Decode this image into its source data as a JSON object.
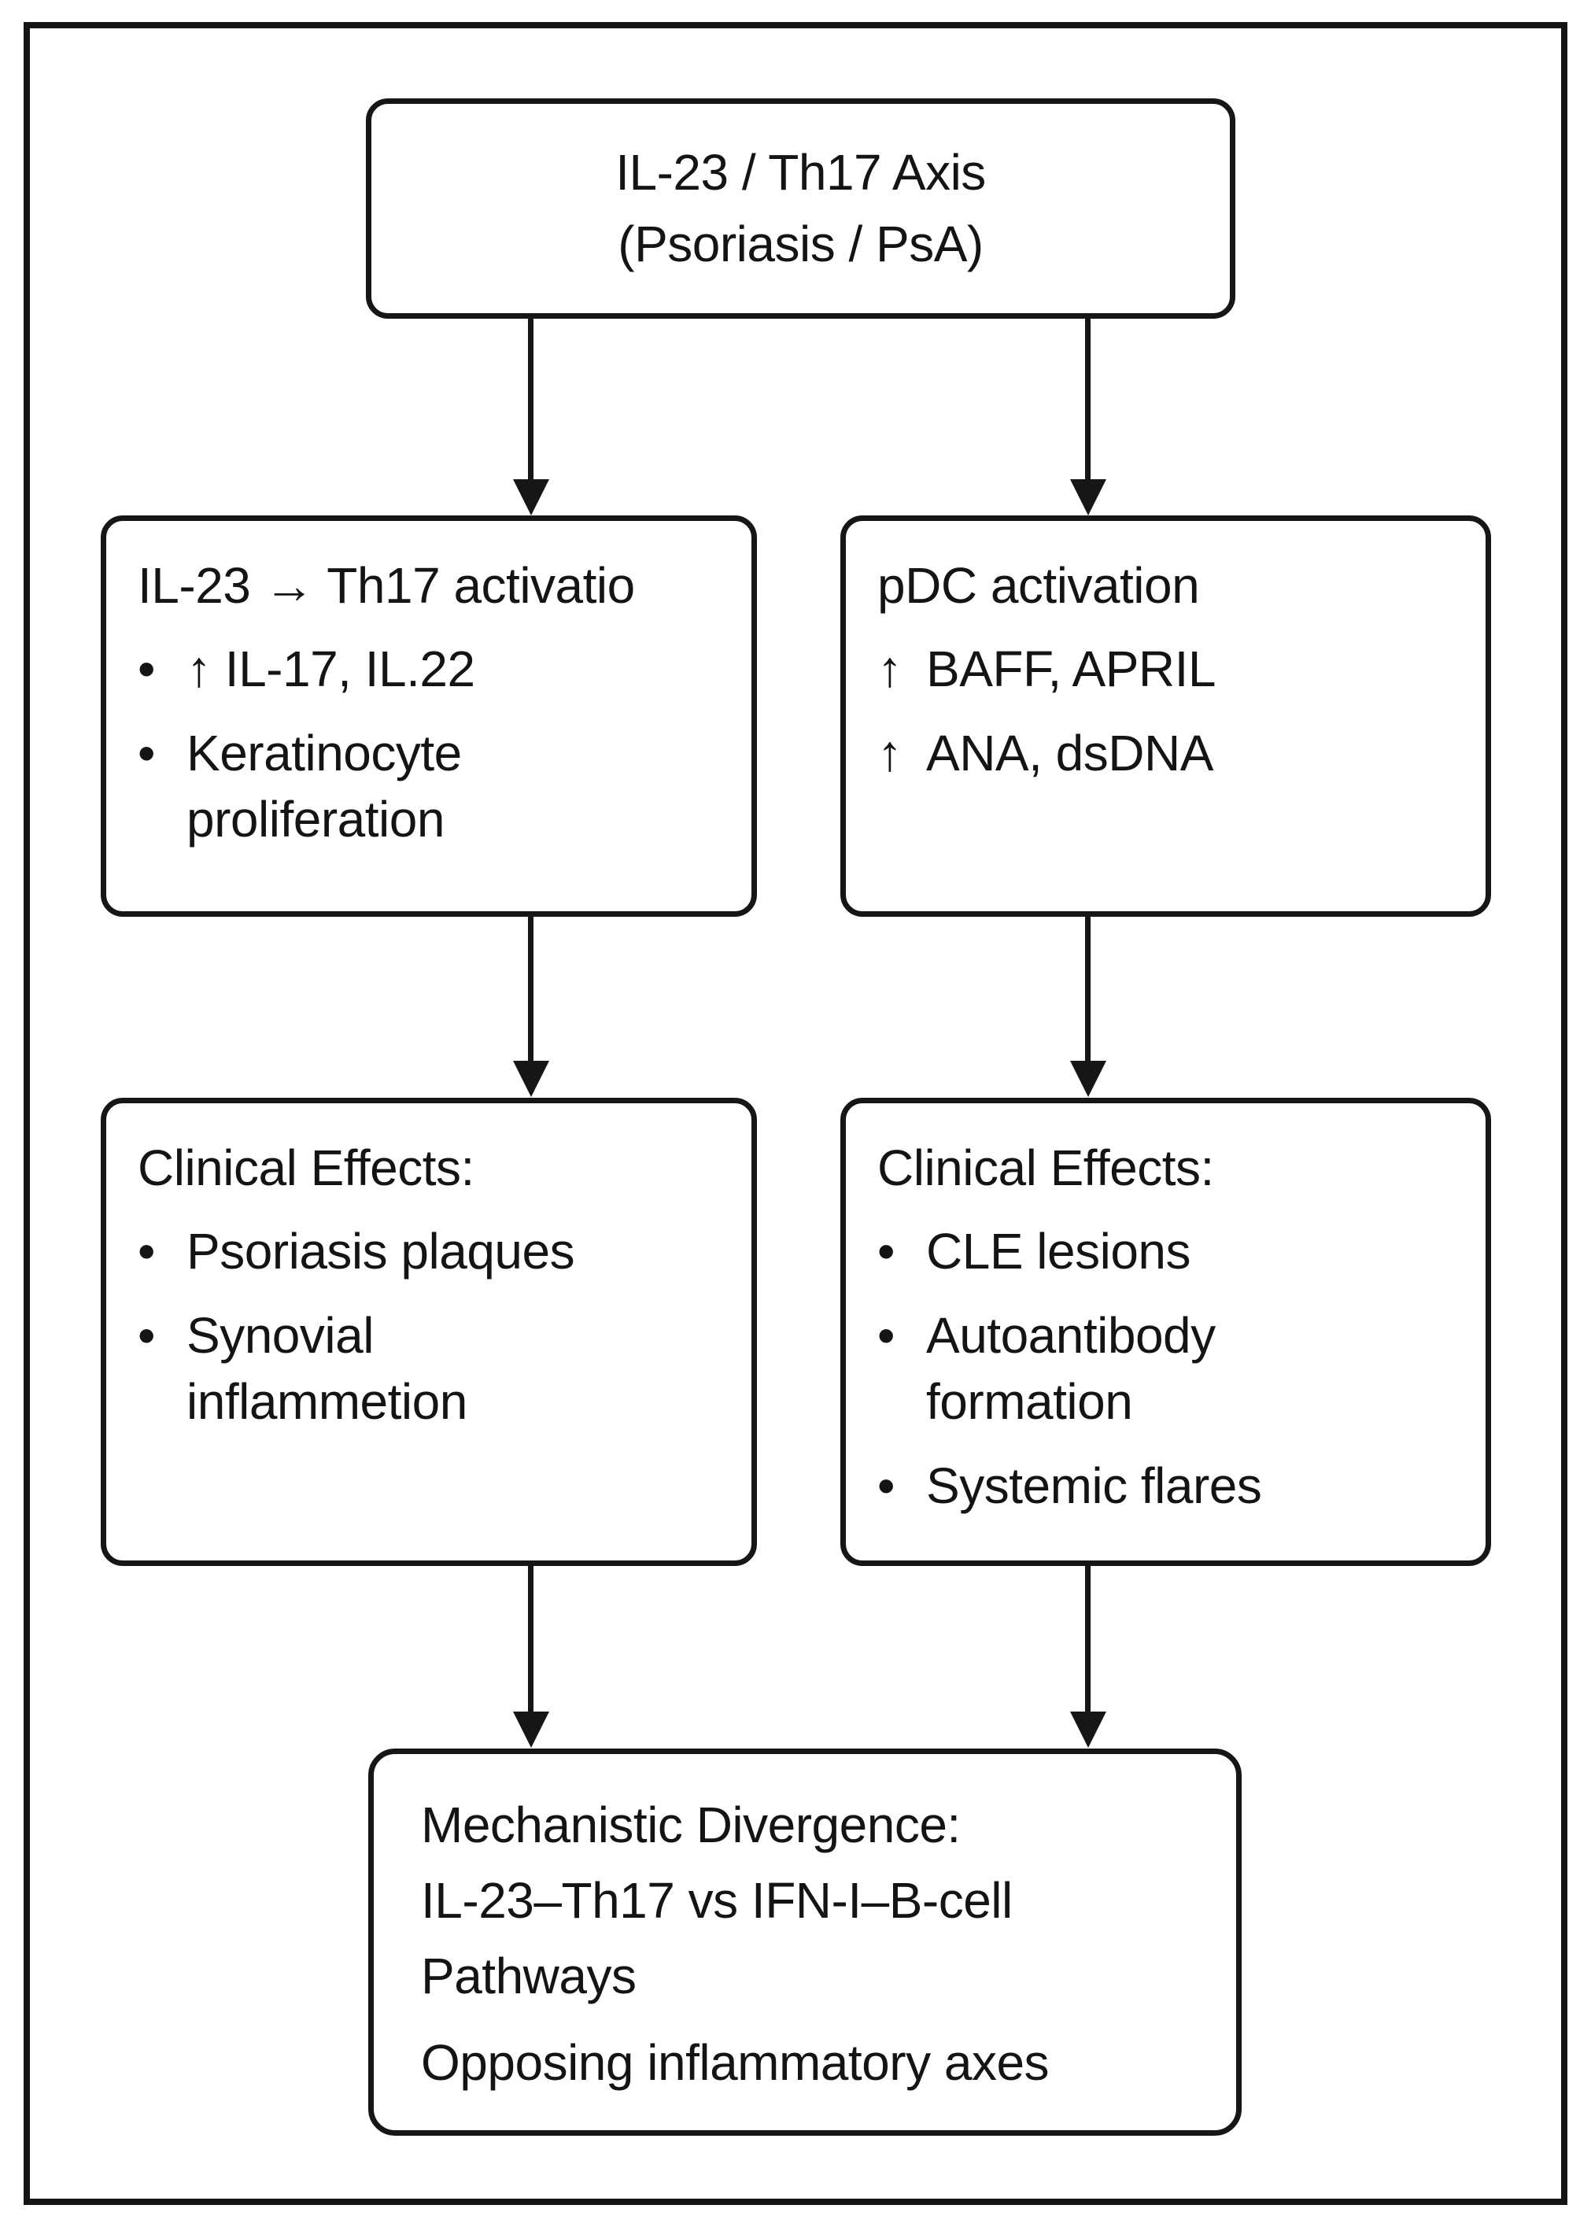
{
  "figure": {
    "top_box": {
      "line1": "IL-23 / Th17 Axis",
      "line2": "(Psoriasis / PsA)"
    },
    "mid_left_box": {
      "title": "IL-23 → Th17 activatio",
      "items": [
        {
          "marker": "•",
          "lines": [
            "↑ IL-17, IL.22"
          ]
        },
        {
          "marker": "•",
          "lines": [
            "Keratinocyte",
            "proliferation"
          ]
        }
      ]
    },
    "mid_right_box": {
      "title": "pDC activation",
      "items": [
        {
          "marker": "↑",
          "lines": [
            "BAFF, APRIL"
          ]
        },
        {
          "marker": "↑",
          "lines": [
            "ANA, dsDNA"
          ]
        }
      ]
    },
    "clinical_left_box": {
      "title": "Clinical Effects:",
      "items": [
        {
          "marker": "•",
          "lines": [
            "Psoriasis plaques"
          ]
        },
        {
          "marker": "•",
          "lines": [
            "Synovial",
            "inflammetion"
          ]
        }
      ]
    },
    "clinical_right_box": {
      "title": "Clinical Effects:",
      "items": [
        {
          "marker": "•",
          "lines": [
            "CLE lesions"
          ]
        },
        {
          "marker": "•",
          "lines": [
            "Autoantibody",
            "formation"
          ]
        },
        {
          "marker": "•",
          "lines": [
            "Systemic flares"
          ]
        }
      ]
    },
    "bottom_box": {
      "line1": "Mechanistic Divergence:",
      "line2": "IL-23–Th17 vs IFN-I–B-cell",
      "line3": "Pathways",
      "line4": "Opposing inflammatory axes"
    },
    "colors": {
      "ink": "#161616",
      "background": "#ffffff"
    }
  }
}
